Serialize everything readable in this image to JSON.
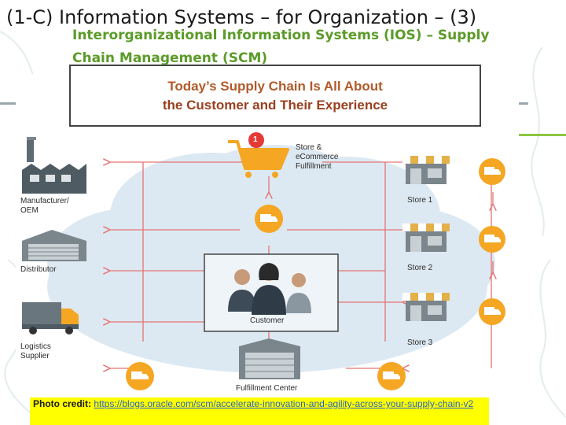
{
  "slide": {
    "title": "(1-C) Information Systems – for Organization – (3)",
    "subtitle": "Interorganizational Information Systems (IOS) – Supply Chain Management (SCM)"
  },
  "diagram": {
    "header_line1": "Today’s Supply Chain Is All About",
    "header_line2": "the Customer and Their Experience",
    "badge_number": "1",
    "labels": {
      "manufacturer_1": "Manufacturer/",
      "manufacturer_2": "OEM",
      "distributor": "Distributor",
      "logistics_1": "Logistics",
      "logistics_2": "Supplier",
      "store_ecommerce_1": "Store &",
      "store_ecommerce_2": "eCommerce",
      "store_ecommerce_3": "Fulfillment",
      "store1": "Store 1",
      "store2": "Store 2",
      "store3": "Store 3",
      "customer": "Customer",
      "fulfillment_center": "Fulfillment Center"
    }
  },
  "credit": {
    "label": "Photo credit:",
    "url": "https://blogs.oracle.com/scm/accelerate-innovation-and-agility-across-your-supply-chain-v2"
  },
  "colors": {
    "title": "#1a1a1a",
    "subtitle": "#5b9b28",
    "connector": "#e57373",
    "orange": "#f5a623",
    "cloud": "#dde9f2",
    "highlight": "#ffff00"
  }
}
